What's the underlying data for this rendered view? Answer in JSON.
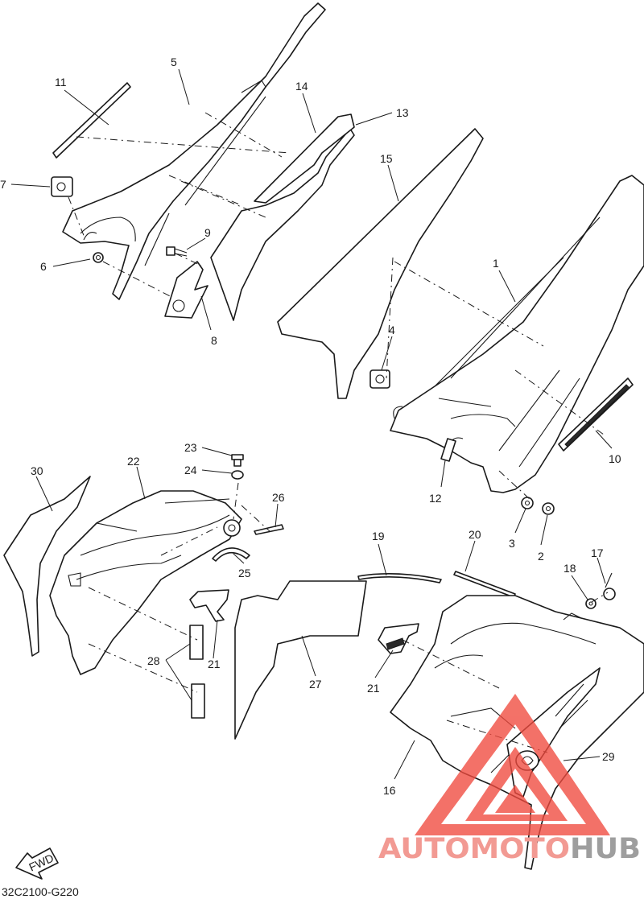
{
  "callouts": {
    "c1": "1",
    "c2": "2",
    "c3": "3",
    "c4": "4",
    "c5": "5",
    "c6": "6",
    "c7": "7",
    "c8": "8",
    "c9": "9",
    "c10": "10",
    "c11": "11",
    "c12": "12",
    "c13": "13",
    "c14": "14",
    "c15": "15",
    "c16": "16",
    "c17": "17",
    "c18": "18",
    "c19": "19",
    "c20": "20",
    "c21a": "21",
    "c21b": "21",
    "c22": "22",
    "c23": "23",
    "c24": "24",
    "c25": "25",
    "c26": "26",
    "c27": "27",
    "c28": "28",
    "c29": "29",
    "c30": "30"
  },
  "fwd_label": "FWD",
  "diagram_code": "32C2100-G220",
  "watermark": {
    "auto": "AUTOMOTO",
    "hub": "HUB",
    "accent_color": "#f29a93",
    "hub_color": "#9e9e9e",
    "triangle_color": "#f04a3e"
  }
}
